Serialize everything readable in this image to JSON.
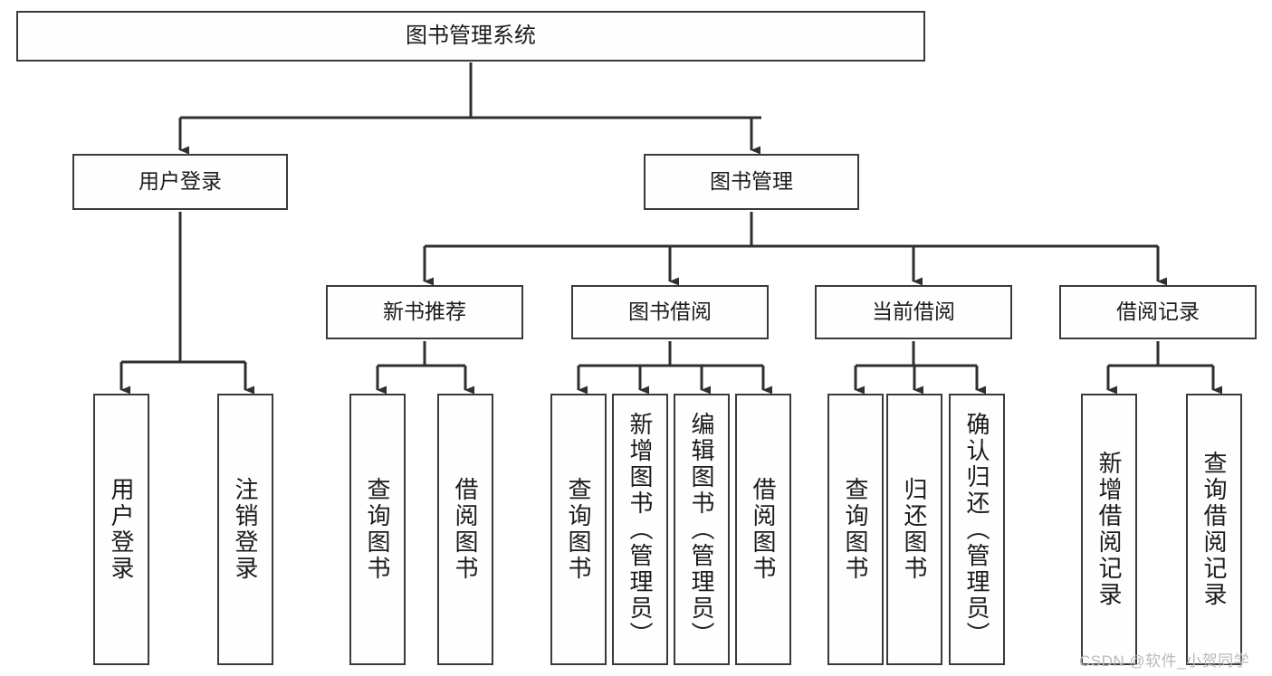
{
  "diagram": {
    "type": "hierarchy-tree",
    "title": "图书管理系统",
    "orientation": "top-down",
    "colors": {
      "box_border": "#3a3a3a",
      "box_fill": "#fefefe",
      "edge": "#2f2f2f",
      "text": "#1b1b1b",
      "watermark": "#b9b9b9"
    },
    "levels": {
      "level1": [
        "图书管理系统"
      ],
      "level2": [
        "用户登录",
        "图书管理"
      ],
      "level3": [
        "新书推荐",
        "图书借阅",
        "当前借阅",
        "借阅记录"
      ],
      "level4": [
        "用户登录",
        "注销登录",
        "查询图书",
        "借阅图书",
        "查询图书",
        "新增图书（管理员）",
        "编辑图书（管理员）",
        "借阅图书",
        "查询图书",
        "归还图书",
        "确认归还（管理员）",
        "新增借阅记录",
        "查询借阅记录"
      ]
    },
    "nodes": {
      "root": {
        "label": "图书管理系统"
      },
      "user_login": {
        "label": "用户登录"
      },
      "book_mgmt": {
        "label": "图书管理"
      },
      "new_book_rec": {
        "label": "新书推荐"
      },
      "book_borrow": {
        "label": "图书借阅"
      },
      "current_borrow": {
        "label": "当前借阅"
      },
      "borrow_record": {
        "label": "借阅记录"
      },
      "leaf_user_login": {
        "label": "用户登录"
      },
      "leaf_logout": {
        "label": "注销登录"
      },
      "leaf_query_book_1": {
        "label": "查询图书"
      },
      "leaf_borrow_book_1": {
        "label": "借阅图书"
      },
      "leaf_query_book_2": {
        "label": "查询图书"
      },
      "leaf_add_book": {
        "label": "新增图书（管理员）"
      },
      "leaf_edit_book": {
        "label": "编辑图书（管理员）"
      },
      "leaf_borrow_book_2": {
        "label": "借阅图书"
      },
      "leaf_query_book_3": {
        "label": "查询图书"
      },
      "leaf_return_book": {
        "label": "归还图书"
      },
      "leaf_confirm_return": {
        "label": "确认归还（管理员）"
      },
      "leaf_add_record": {
        "label": "新增借阅记录"
      },
      "leaf_query_record": {
        "label": "查询借阅记录"
      }
    },
    "edges": [
      {
        "from": "root",
        "to": "user_login"
      },
      {
        "from": "root",
        "to": "book_mgmt"
      },
      {
        "from": "user_login",
        "to": "leaf_user_login"
      },
      {
        "from": "user_login",
        "to": "leaf_logout"
      },
      {
        "from": "book_mgmt",
        "to": "new_book_rec"
      },
      {
        "from": "book_mgmt",
        "to": "book_borrow"
      },
      {
        "from": "book_mgmt",
        "to": "current_borrow"
      },
      {
        "from": "book_mgmt",
        "to": "borrow_record"
      },
      {
        "from": "new_book_rec",
        "to": "leaf_query_book_1"
      },
      {
        "from": "new_book_rec",
        "to": "leaf_borrow_book_1"
      },
      {
        "from": "book_borrow",
        "to": "leaf_query_book_2"
      },
      {
        "from": "book_borrow",
        "to": "leaf_add_book"
      },
      {
        "from": "book_borrow",
        "to": "leaf_edit_book"
      },
      {
        "from": "book_borrow",
        "to": "leaf_borrow_book_2"
      },
      {
        "from": "current_borrow",
        "to": "leaf_query_book_3"
      },
      {
        "from": "current_borrow",
        "to": "leaf_return_book"
      },
      {
        "from": "current_borrow",
        "to": "leaf_confirm_return"
      },
      {
        "from": "borrow_record",
        "to": "leaf_add_record"
      },
      {
        "from": "borrow_record",
        "to": "leaf_query_record"
      }
    ]
  },
  "watermark": {
    "text": "CSDN @软件_小贺同学"
  }
}
